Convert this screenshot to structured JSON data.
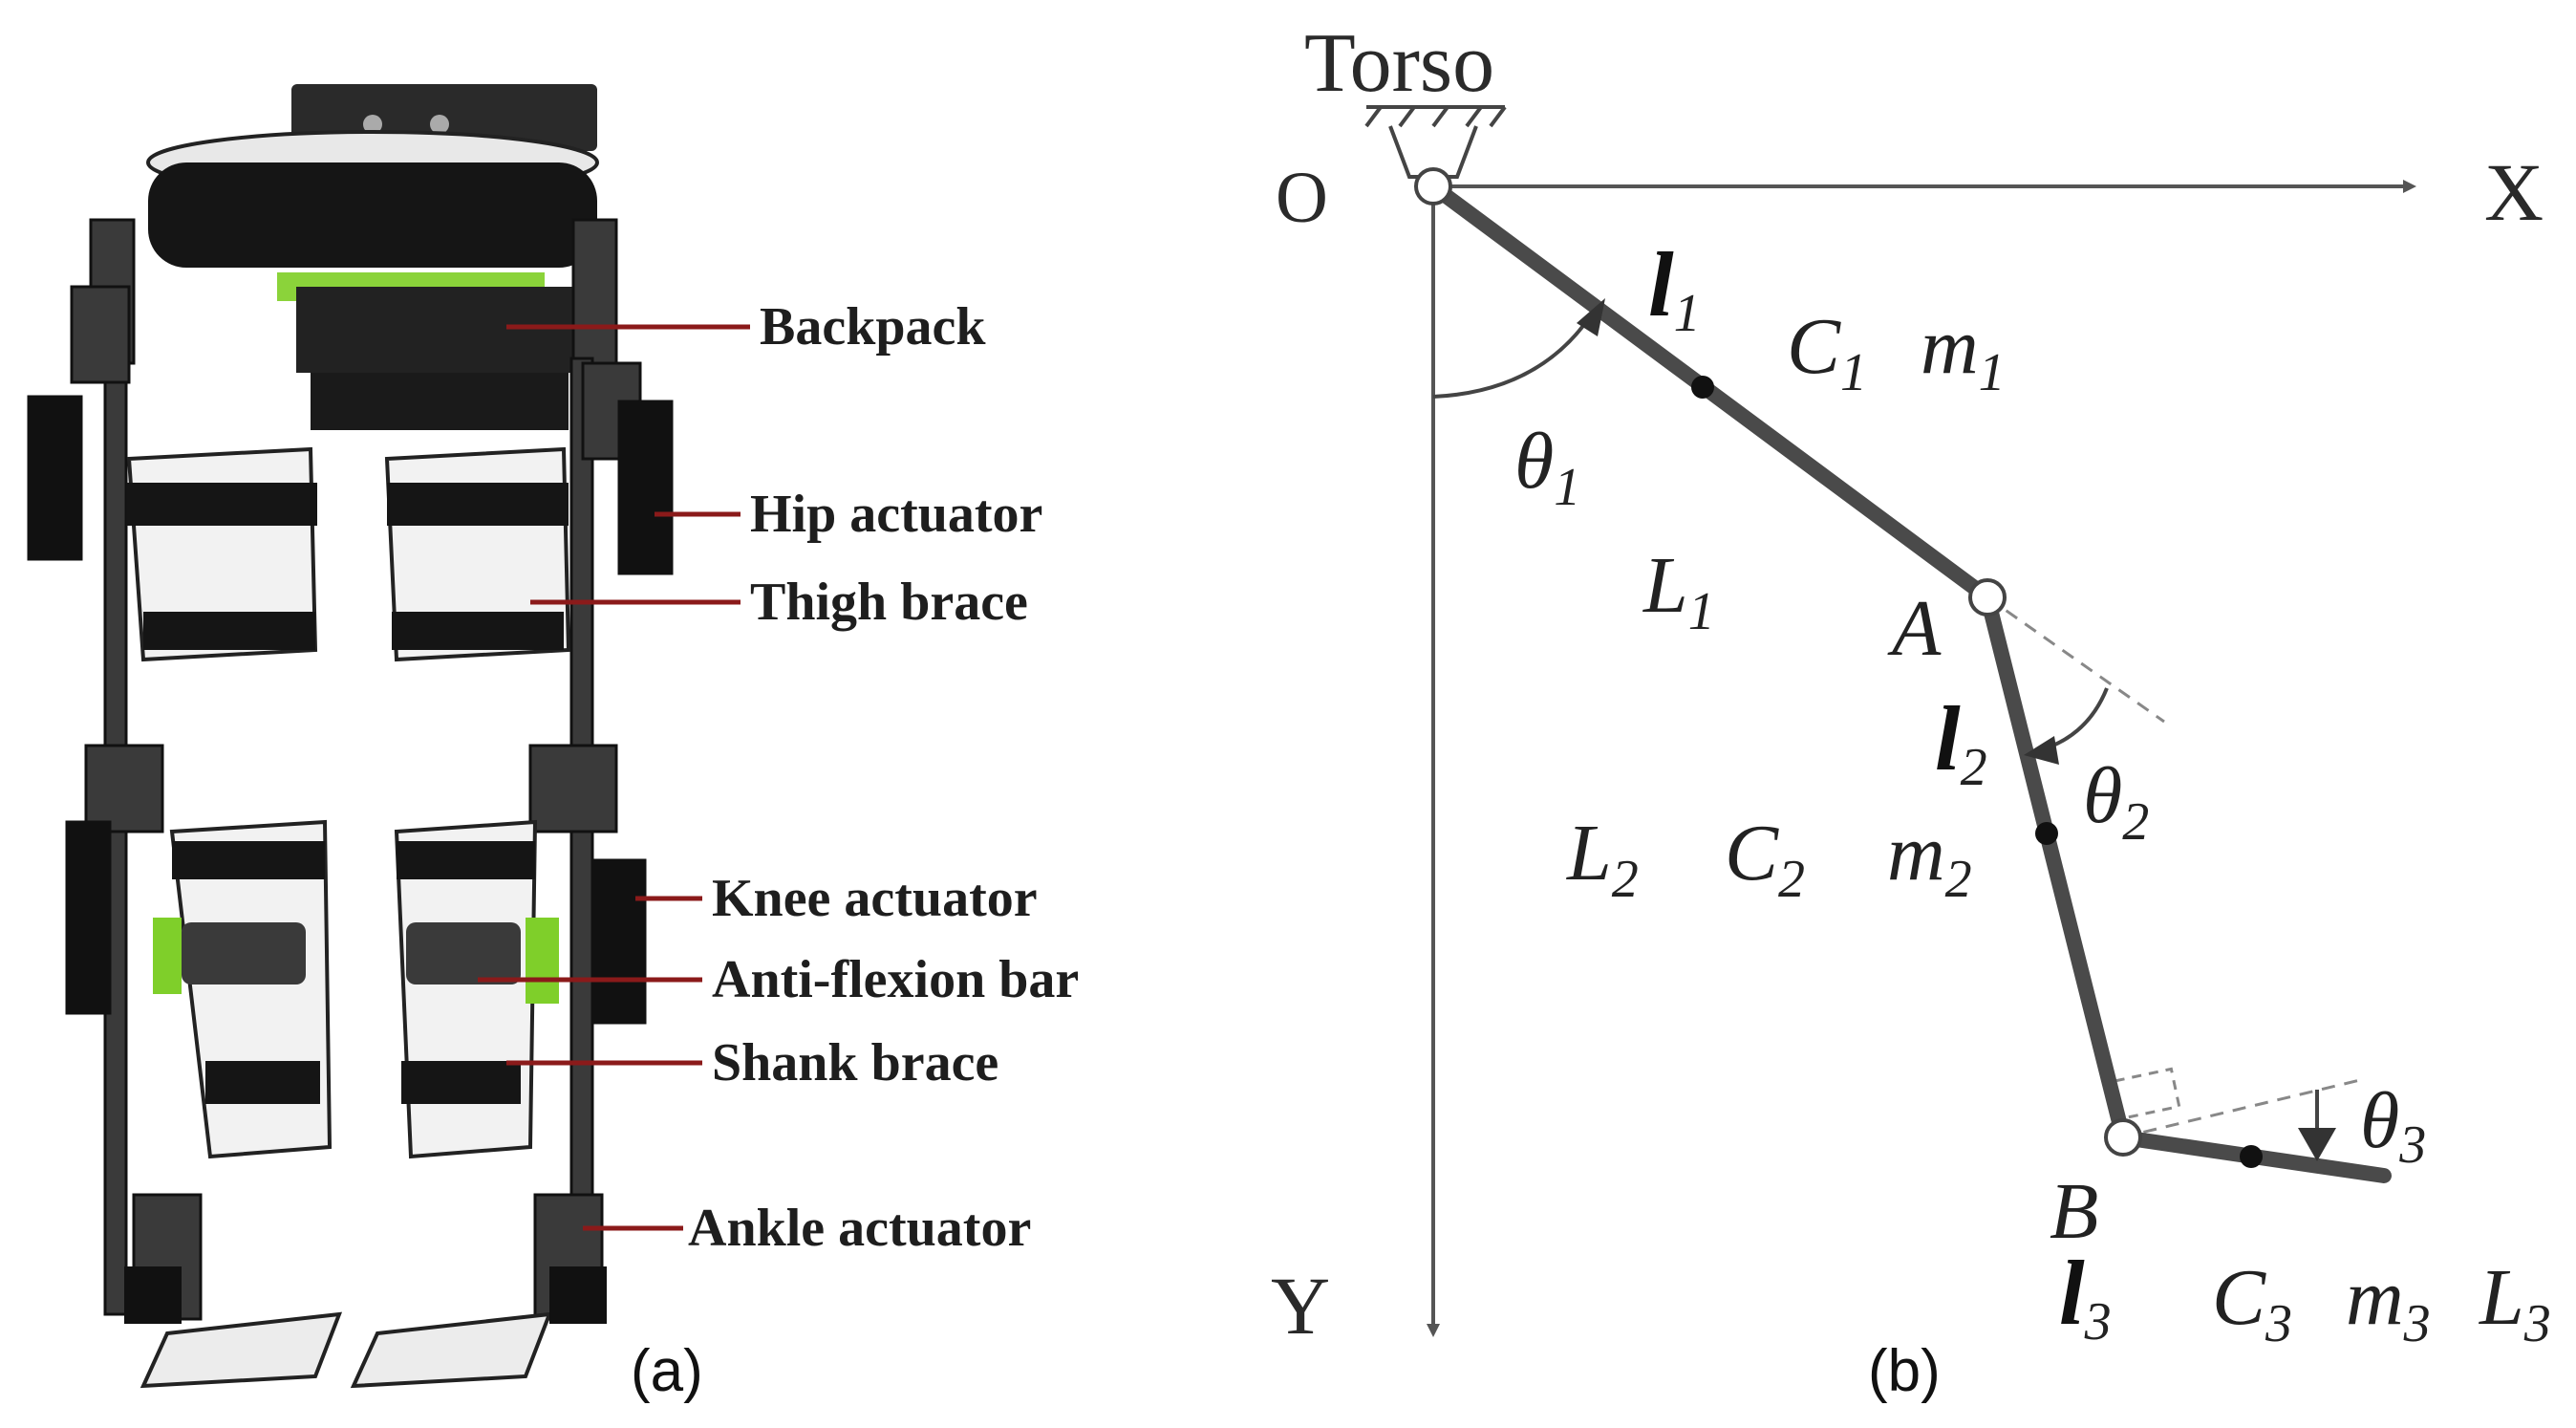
{
  "panel_a": {
    "caption": "(a)",
    "callouts": {
      "backpack": "Backpack",
      "hip_actuator": "Hip actuator",
      "thigh_brace": "Thigh brace",
      "knee_actuator": "Knee actuator",
      "anti_flexion_bar": "Anti-flexion bar",
      "shank_brace": "Shank brace",
      "ankle_actuator": "Ankle actuator"
    },
    "colors": {
      "callout_line": "#8b1a1a",
      "frame": "#1a1a1a",
      "brace": "#f2f2f2",
      "accent": "#7fcf2a"
    }
  },
  "panel_b": {
    "caption": "(b)",
    "torso_label": "Torso",
    "origin_label": "O",
    "x_axis_label": "X",
    "y_axis_label": "Y",
    "joints": {
      "a": "A",
      "b": "B"
    },
    "angles": {
      "t1": {
        "sym": "θ",
        "sub": "1"
      },
      "t2": {
        "sym": "θ",
        "sub": "2"
      },
      "t3": {
        "sym": "θ",
        "sub": "3"
      }
    },
    "link1": {
      "l": "l",
      "l_sub": "1",
      "c": "C",
      "c_sub": "1",
      "m": "m",
      "m_sub": "1",
      "L": "L",
      "L_sub": "1"
    },
    "link2": {
      "l": "l",
      "l_sub": "2",
      "c": "C",
      "c_sub": "2",
      "m": "m",
      "m_sub": "2",
      "L": "L",
      "L_sub": "2"
    },
    "link3": {
      "l": "l",
      "l_sub": "3",
      "c": "C",
      "c_sub": "3",
      "m": "m",
      "m_sub": "3",
      "L": "L",
      "L_sub": "3"
    },
    "colors": {
      "link": "#4a4a4a",
      "axis": "#555555",
      "dashed": "#888888"
    }
  }
}
